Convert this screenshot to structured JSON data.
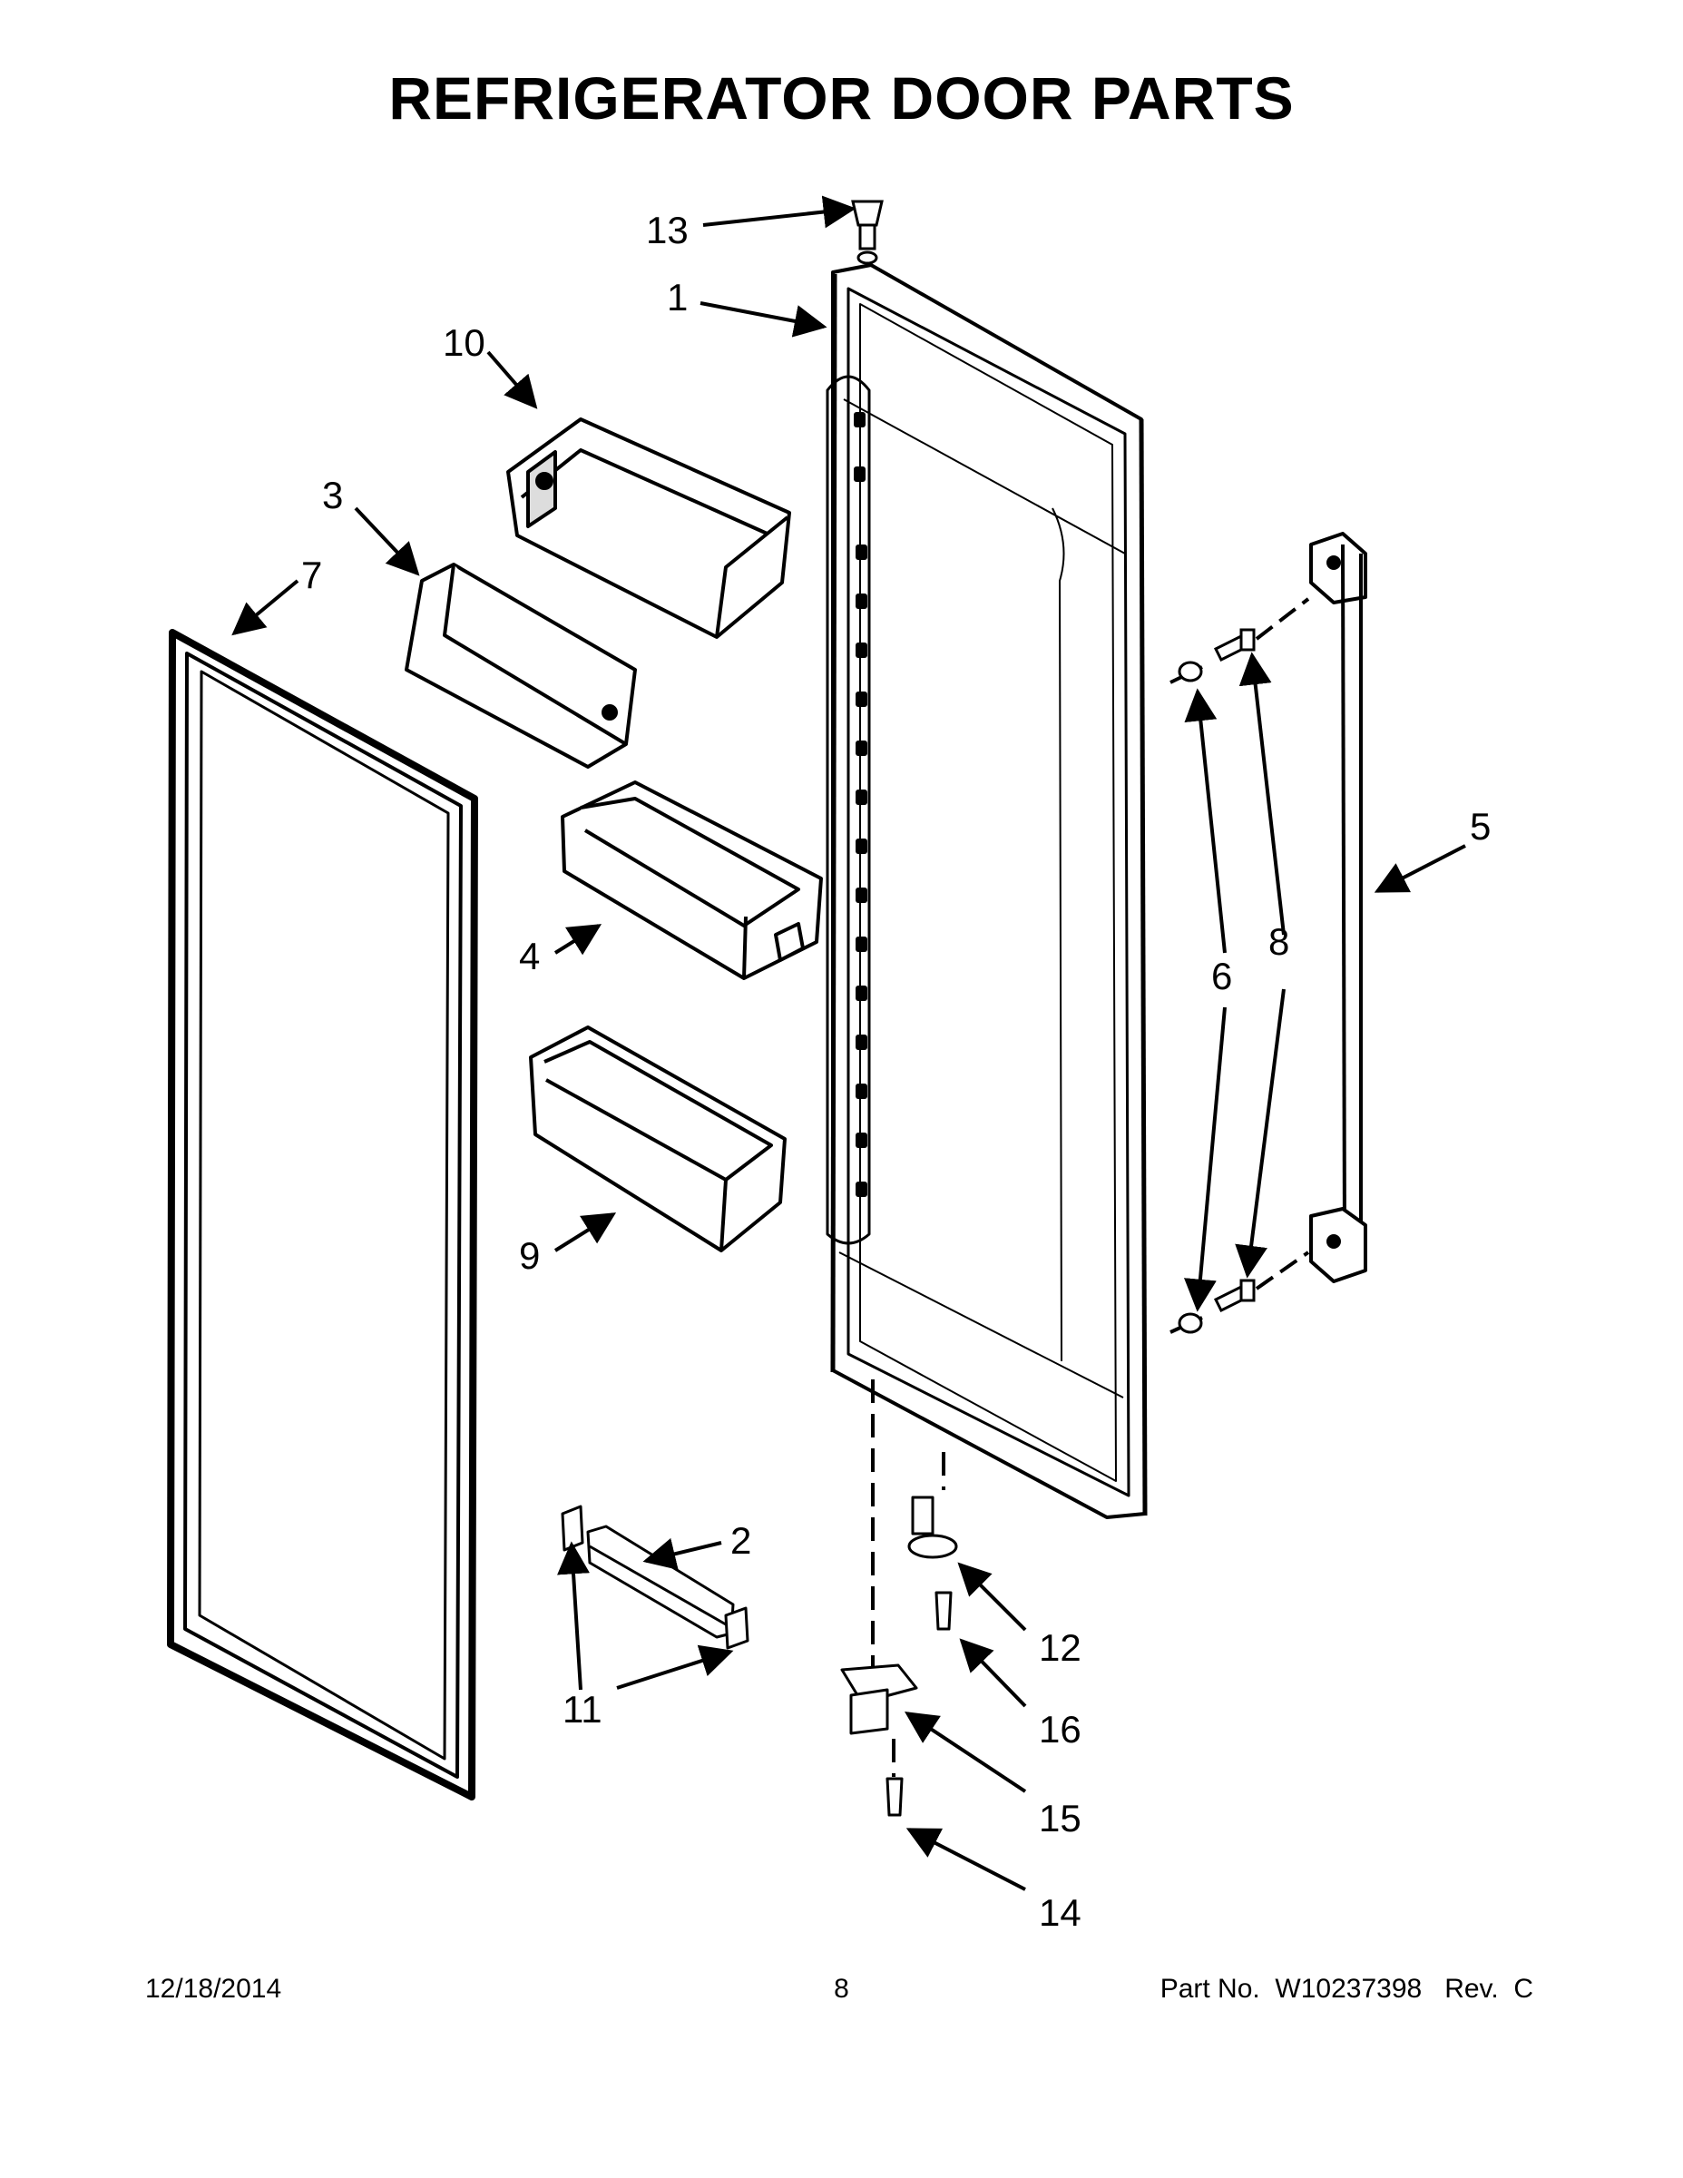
{
  "title": "REFRIGERATOR DOOR PARTS",
  "callouts": {
    "p1": "1",
    "p2": "2",
    "p3": "3",
    "p4": "4",
    "p5": "5",
    "p6": "6",
    "p7": "7",
    "p8": "8",
    "p9": "9",
    "p10": "10",
    "p11": "11",
    "p12": "12",
    "p13": "13",
    "p14": "14",
    "p15": "15",
    "p16": "16"
  },
  "footer": {
    "date": "12/18/2014",
    "page": "8",
    "part_no": "Part No.  W10237398   Rev.  C"
  }
}
